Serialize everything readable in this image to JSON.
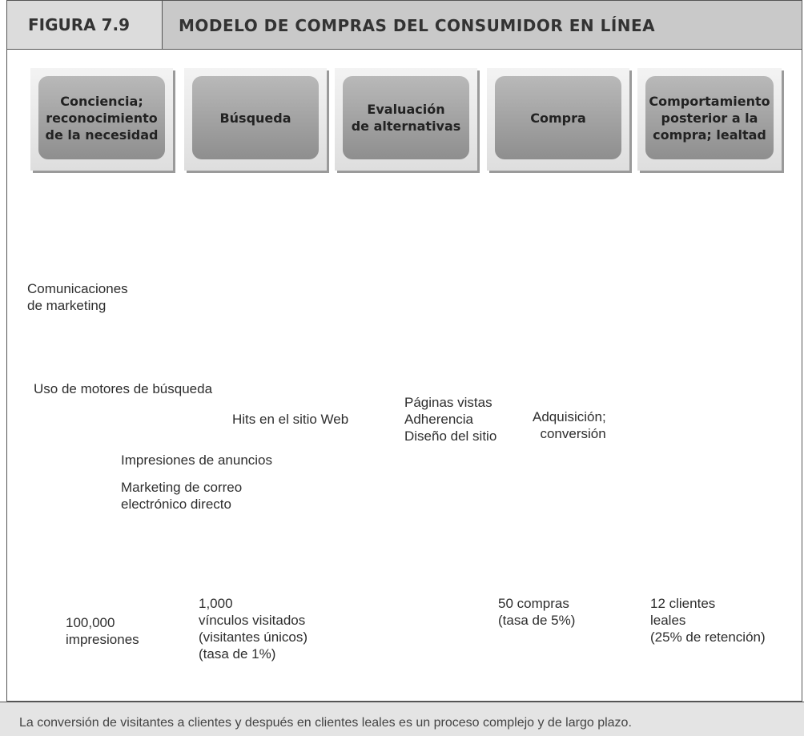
{
  "figure": {
    "number": "FIGURA 7.9",
    "title": "MODELO DE COMPRAS DEL CONSUMIDOR EN LÍNEA"
  },
  "stages": [
    {
      "label": "Conciencia;\nreconocimiento\nde la necesidad"
    },
    {
      "label": "Búsqueda"
    },
    {
      "label": "Evaluación\nde alternativas"
    },
    {
      "label": "Compra"
    },
    {
      "label": "Comportamiento\nposterior a la\ncompra; lealtad"
    }
  ],
  "activities": {
    "marketing_comms": "Comunicaciones\nde marketing",
    "search_engines": "Uso de motores de búsqueda",
    "site_hits": "Hits en el sitio Web",
    "page_views": "Páginas vistas\nAdherencia\nDiseño del sitio",
    "acquisition": "Adquisición;\nconversión",
    "ad_impressions": "Impresiones de anuncios",
    "email_marketing": "Marketing de correo\nelectrónico directo"
  },
  "metrics": {
    "impressions": "100,000\nimpresiones",
    "visits": "1,000\nvínculos visitados\n(visitantes únicos)\n(tasa de 1%)",
    "purchases": "50 compras\n(tasa de 5%)",
    "loyal": "12 clientes\nleales\n(25% de retención)"
  },
  "caption": "La conversión de visitantes a clientes y después en clientes leales es un proceso complejo y de largo plazo.",
  "colors": {
    "band_top": "#c4c4c4",
    "funnel_dark": "#a6a6a6",
    "funnel_light": "#ffffff",
    "arrow": "#6e6e6e",
    "figures": "#8a8a8a"
  }
}
